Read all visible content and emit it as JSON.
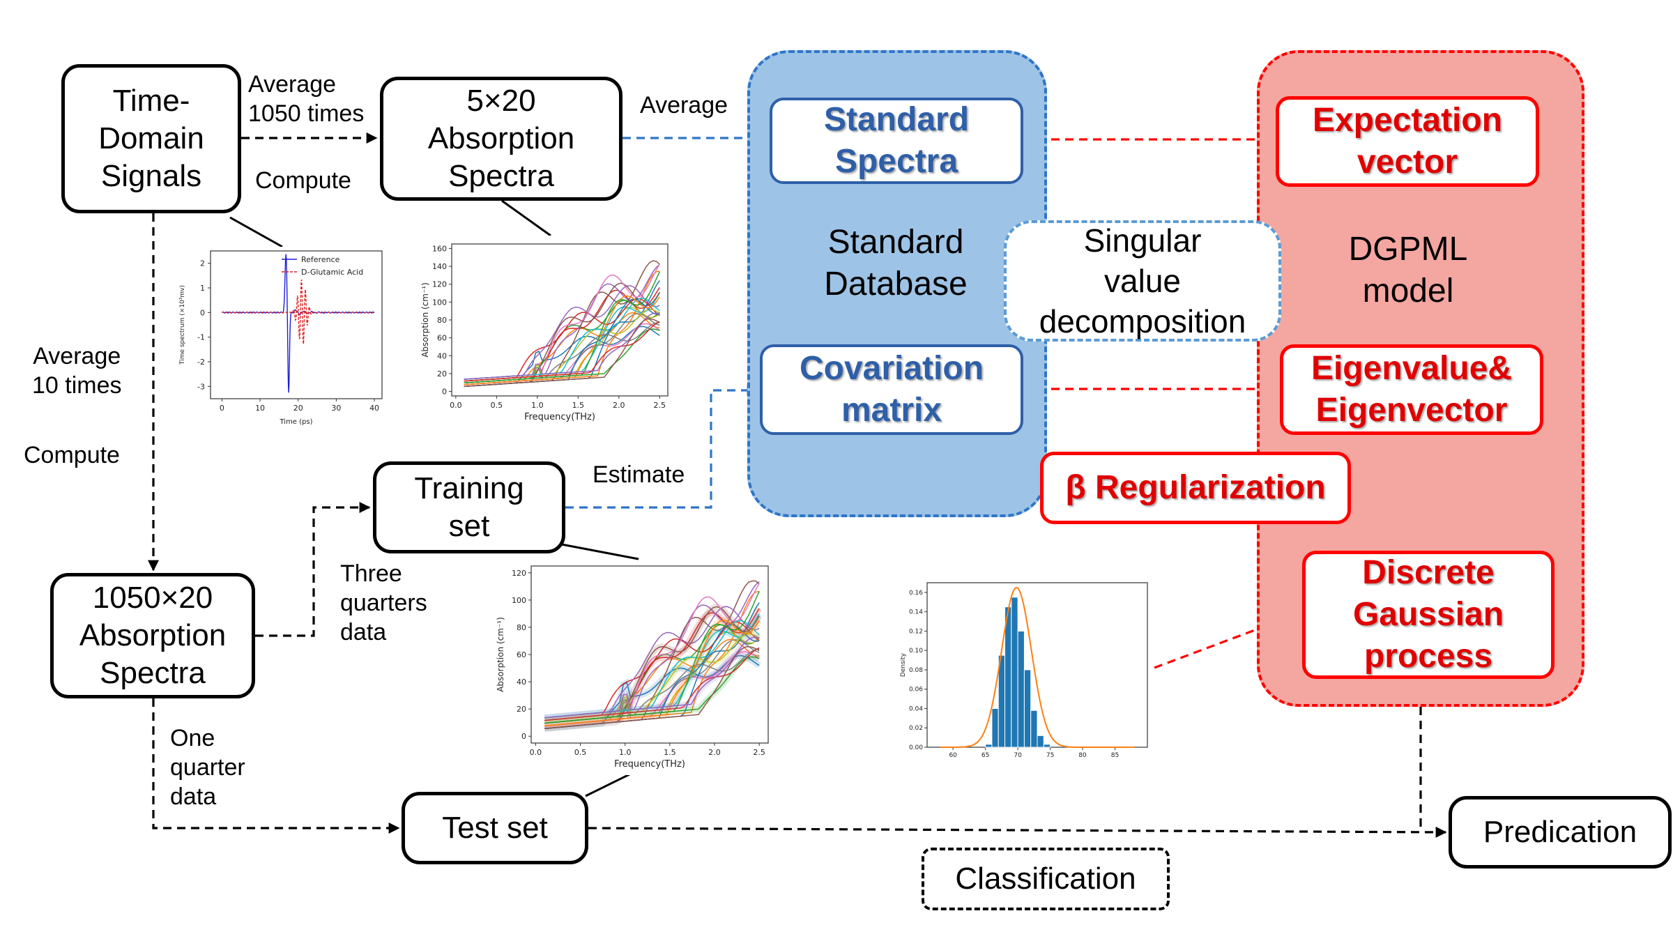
{
  "nodes": {
    "time_domain": "Time-\nDomain\nSignals",
    "spectra_5x20": "5×20\nAbsorption\nSpectra",
    "spectra_1050x20": "1050×20\nAbsorption\nSpectra",
    "training_set": "Training\nset",
    "test_set": "Test set",
    "predication": "Predication",
    "classification": "Classification",
    "standard_spectra": "Standard\nSpectra",
    "covariation_matrix": "Covariation\nmatrix",
    "standard_database": "Standard\nDatabase",
    "svd": "Singular\nvalue\ndecomposition",
    "expectation_vector": "Expectation\nvector",
    "eigen": "Eigenvalue&\nEigenvector",
    "regularization": "β Regularization",
    "discrete_gp": "Discrete\nGaussian\nprocess",
    "dgpml_model": "DGPML\nmodel"
  },
  "edge_labels": {
    "average_1050": "Average\n1050 times",
    "compute_top": "Compute",
    "average_top": "Average",
    "average_10": "Average\n10 times",
    "compute_left": "Compute",
    "estimate": "Estimate",
    "three_quarters": "Three\nquarters\ndata",
    "one_quarter": "One\nquarter\ndata"
  },
  "inset_time": {
    "legend": [
      "Reference",
      "D-Glutamic Acid"
    ],
    "xlabel": "Time (ps)",
    "ylabel": "Time spectrum (×10³mv)",
    "xticks": [
      "0",
      "10",
      "20",
      "30",
      "40"
    ],
    "yticks": [
      "2",
      "1",
      "0",
      "-1",
      "-2",
      "-3"
    ]
  },
  "inset_absorption_1": {
    "xlabel": "Frequency(THz)",
    "ylabel": "Absorption (cm⁻¹)",
    "xticks": [
      "0.0",
      "0.5",
      "1.0",
      "1.5",
      "2.0",
      "2.5"
    ],
    "yticks": [
      "160",
      "140",
      "120",
      "100",
      "80",
      "60",
      "40",
      "20",
      "0"
    ]
  },
  "inset_absorption_2": {
    "xlabel": "Frequency(THz)",
    "ylabel": "Absorption (cm⁻¹)",
    "xticks": [
      "0.0",
      "0.5",
      "1.0",
      "1.5",
      "2.0",
      "2.5"
    ],
    "yticks": [
      "120",
      "100",
      "80",
      "60",
      "40",
      "20",
      "0"
    ]
  },
  "inset_density": {
    "ylabel": "Density",
    "xticks": [
      "60",
      "65",
      "70",
      "75",
      "80",
      "85"
    ],
    "yticks": [
      "0.16",
      "0.14",
      "0.12",
      "0.10",
      "0.08",
      "0.06",
      "0.04",
      "0.02",
      "0.00"
    ]
  },
  "colors": {
    "blue_panel": "#9dc3e6",
    "blue_border": "#2e5fa8",
    "red_panel": "#f4a6a0",
    "red_border": "#ff0000"
  }
}
